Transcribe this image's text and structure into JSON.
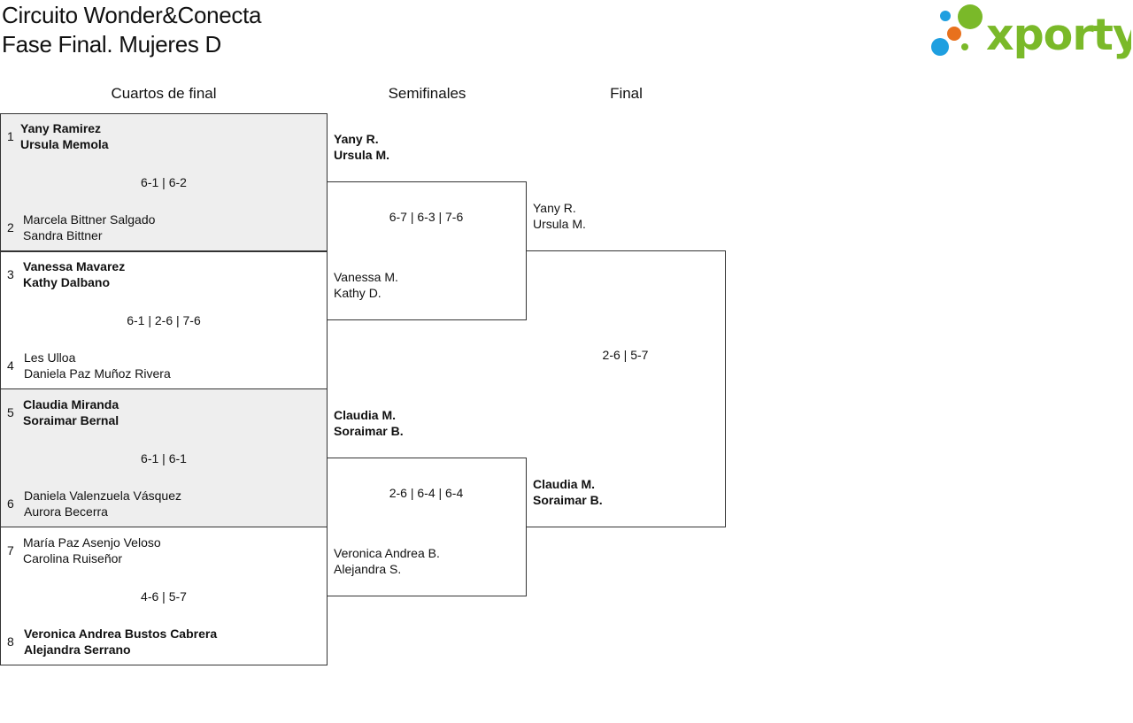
{
  "header": {
    "title_line1": "Circuito Wonder&Conecta",
    "title_line2": "Fase Final. Mujeres D",
    "logo_text": "xporty",
    "logo_colors": {
      "green": "#7ab929",
      "blue": "#1e9fe0",
      "orange": "#e8711d"
    }
  },
  "rounds": {
    "quarterfinals": "Cuartos de final",
    "semifinals": "Semifinales",
    "final": "Final"
  },
  "quarterfinals": [
    {
      "top": {
        "seed": "1",
        "player1": "Yany Ramirez",
        "player2": "Ursula Memola"
      },
      "score": "6-1 | 6-2",
      "bottom": {
        "seed": "2",
        "player1": "Marcela Bittner Salgado",
        "player2": "Sandra Bittner"
      }
    },
    {
      "top": {
        "seed": "3",
        "player1": "Vanessa Mavarez",
        "player2": "Kathy Dalbano"
      },
      "score": "6-1 | 2-6 | 7-6",
      "bottom": {
        "seed": "4",
        "player1": "Les Ulloa",
        "player2": "Daniela Paz Muñoz Rivera"
      }
    },
    {
      "top": {
        "seed": "5",
        "player1": "Claudia Miranda",
        "player2": "Soraimar Bernal"
      },
      "score": "6-1 | 6-1",
      "bottom": {
        "seed": "6",
        "player1": "Daniela Valenzuela Vásquez",
        "player2": "Aurora Becerra"
      }
    },
    {
      "top": {
        "seed": "7",
        "player1": "María Paz Asenjo Veloso",
        "player2": "Carolina Ruiseñor"
      },
      "score": "4-6 | 5-7",
      "bottom": {
        "seed": "8",
        "player1": "Veronica Andrea Bustos Cabrera",
        "player2": "Alejandra Serrano"
      }
    }
  ],
  "semifinals": [
    {
      "top": {
        "player1": "Yany R.",
        "player2": "Ursula M."
      },
      "score": "6-7 | 6-3 | 7-6",
      "bottom": {
        "player1": "Vanessa M.",
        "player2": "Kathy D."
      }
    },
    {
      "top": {
        "player1": "Claudia M.",
        "player2": "Soraimar B."
      },
      "score": "2-6 | 6-4 | 6-4",
      "bottom": {
        "player1": "Veronica Andrea B.",
        "player2": "Alejandra S."
      }
    }
  ],
  "final": {
    "top": {
      "player1": "Yany R.",
      "player2": "Ursula M."
    },
    "score": "2-6 | 5-7",
    "bottom": {
      "player1": "Claudia M.",
      "player2": "Soraimar B."
    }
  }
}
